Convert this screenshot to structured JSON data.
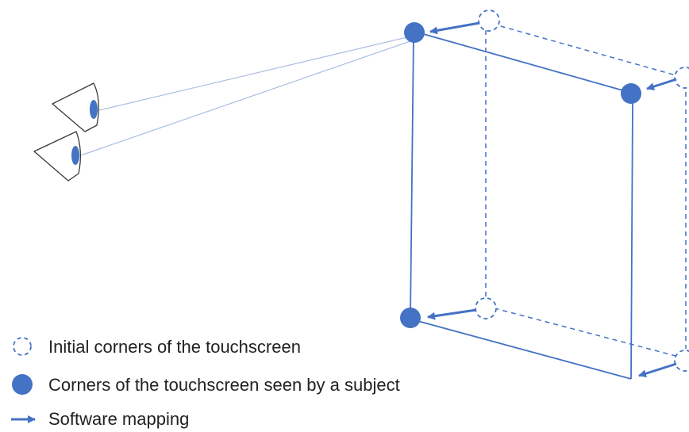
{
  "colors": {
    "accent": "#4472c4",
    "sightline": "#a9bde0",
    "text": "#222222",
    "eye_stroke": "#3a3a3a"
  },
  "diagram": {
    "elements": {
      "initial_corner": "dashed-circle-marker",
      "seen_corner": "filled-circle-marker",
      "mapping": "arrow-marker",
      "observer": "eye-icon"
    }
  },
  "legend": {
    "initial_corners": "Initial corners of the touchscreen",
    "seen_corners": "Corners of the touchscreen seen by a subject",
    "software_mapping": "Software mapping"
  }
}
